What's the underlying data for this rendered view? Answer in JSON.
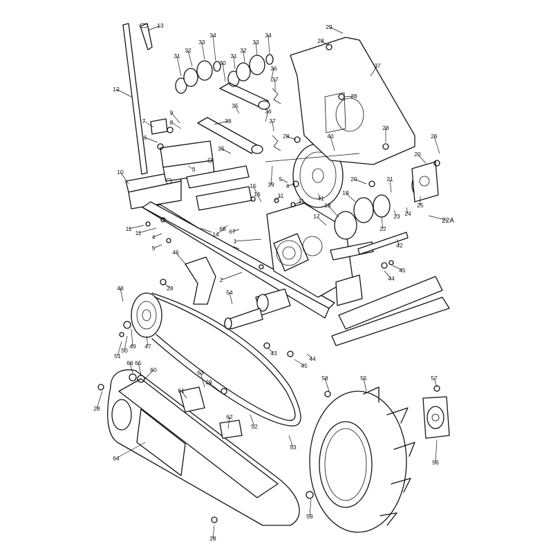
{
  "diagram": {
    "type": "exploded-parts-diagram",
    "callouts": [
      {
        "id": "c-13",
        "label": "13"
      },
      {
        "id": "c-12",
        "label": "12"
      },
      {
        "id": "c-31a",
        "label": "31"
      },
      {
        "id": "c-32a",
        "label": "32"
      },
      {
        "id": "c-33a",
        "label": "33"
      },
      {
        "id": "c-34a",
        "label": "34"
      },
      {
        "id": "c-30",
        "label": "30"
      },
      {
        "id": "c-31b",
        "label": "31"
      },
      {
        "id": "c-32b",
        "label": "32"
      },
      {
        "id": "c-33b",
        "label": "33"
      },
      {
        "id": "c-34b",
        "label": "34"
      },
      {
        "id": "c-36a",
        "label": "36"
      },
      {
        "id": "c-37a",
        "label": "37"
      },
      {
        "id": "c-35a",
        "label": "35"
      },
      {
        "id": "c-36b",
        "label": "36"
      },
      {
        "id": "c-37b",
        "label": "37"
      },
      {
        "id": "c-38",
        "label": "38"
      },
      {
        "id": "c-35b",
        "label": "35"
      },
      {
        "id": "c-39",
        "label": "39"
      },
      {
        "id": "c-29a",
        "label": "29"
      },
      {
        "id": "c-28a",
        "label": "28"
      },
      {
        "id": "c-27",
        "label": "27"
      },
      {
        "id": "c-28b",
        "label": "28"
      },
      {
        "id": "c-28c",
        "label": "28"
      },
      {
        "id": "c-28d",
        "label": "28"
      },
      {
        "id": "c-40",
        "label": "40"
      },
      {
        "id": "c-26",
        "label": "26"
      },
      {
        "id": "c-20a",
        "label": "20"
      },
      {
        "id": "c-21",
        "label": "21"
      },
      {
        "id": "c-20b",
        "label": "20"
      },
      {
        "id": "c-19",
        "label": "19"
      },
      {
        "id": "c-22a",
        "label": "22A"
      },
      {
        "id": "c-25",
        "label": "25"
      },
      {
        "id": "c-24",
        "label": "24"
      },
      {
        "id": "c-23",
        "label": "23"
      },
      {
        "id": "c-22",
        "label": "22"
      },
      {
        "id": "c-18",
        "label": "18"
      },
      {
        "id": "c-17",
        "label": "17"
      },
      {
        "id": "c-42",
        "label": "42"
      },
      {
        "id": "c-45a",
        "label": "45"
      },
      {
        "id": "c-44a",
        "label": "44"
      },
      {
        "id": "c-41",
        "label": "41"
      },
      {
        "id": "c-4a",
        "label": "4"
      },
      {
        "id": "c-5a",
        "label": "5"
      },
      {
        "id": "c-11a",
        "label": "11"
      },
      {
        "id": "c-11b",
        "label": "11"
      },
      {
        "id": "c-9",
        "label": "9"
      },
      {
        "id": "c-8",
        "label": "8"
      },
      {
        "id": "c-7",
        "label": "7"
      },
      {
        "id": "c-6",
        "label": "6"
      },
      {
        "id": "c-3",
        "label": "3"
      },
      {
        "id": "c-10",
        "label": "10"
      },
      {
        "id": "c-15",
        "label": "15"
      },
      {
        "id": "c-16",
        "label": "16"
      },
      {
        "id": "c-11c",
        "label": "11"
      },
      {
        "id": "c-11d",
        "label": "11"
      },
      {
        "id": "c-68",
        "label": "68"
      },
      {
        "id": "c-67",
        "label": "67"
      },
      {
        "id": "c-14",
        "label": "14"
      },
      {
        "id": "c-1",
        "label": "1"
      },
      {
        "id": "c-4b",
        "label": "4"
      },
      {
        "id": "c-5b",
        "label": "5"
      },
      {
        "id": "c-46",
        "label": "46"
      },
      {
        "id": "c-28e",
        "label": "28"
      },
      {
        "id": "c-2",
        "label": "2"
      },
      {
        "id": "c-48",
        "label": "48"
      },
      {
        "id": "c-54",
        "label": "54"
      },
      {
        "id": "c-49",
        "label": "49"
      },
      {
        "id": "c-50",
        "label": "50"
      },
      {
        "id": "c-51",
        "label": "51"
      },
      {
        "id": "c-47",
        "label": "47"
      },
      {
        "id": "c-43",
        "label": "43"
      },
      {
        "id": "c-44b",
        "label": "44"
      },
      {
        "id": "c-45b",
        "label": "45"
      },
      {
        "id": "c-66",
        "label": "66"
      },
      {
        "id": "c-65",
        "label": "65"
      },
      {
        "id": "c-60",
        "label": "60"
      },
      {
        "id": "c-63",
        "label": "63"
      },
      {
        "id": "c-29b",
        "label": "29"
      },
      {
        "id": "c-61",
        "label": "61"
      },
      {
        "id": "c-62",
        "label": "62"
      },
      {
        "id": "c-28f",
        "label": "28"
      },
      {
        "id": "c-64",
        "label": "64"
      },
      {
        "id": "c-52",
        "label": "52"
      },
      {
        "id": "c-53",
        "label": "53"
      },
      {
        "id": "c-58",
        "label": "58"
      },
      {
        "id": "c-55",
        "label": "55"
      },
      {
        "id": "c-57",
        "label": "57"
      },
      {
        "id": "c-56",
        "label": "56"
      },
      {
        "id": "c-59",
        "label": "59"
      },
      {
        "id": "c-28g",
        "label": "28"
      }
    ]
  }
}
